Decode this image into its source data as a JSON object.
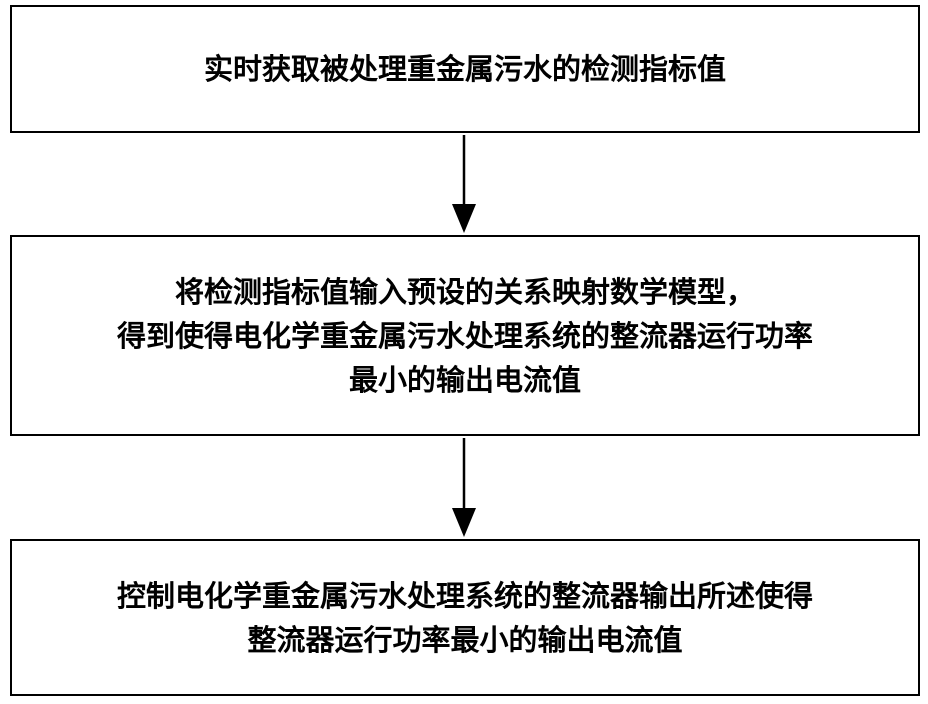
{
  "steps": [
    {
      "lines": [
        "实时获取被处理重金属污水的检测指标值"
      ]
    },
    {
      "lines": [
        "将检测指标值输入预设的关系映射数学模型，",
        "得到使得电化学重金属污水处理系统的整流器运行功率",
        "最小的输出电流值"
      ]
    },
    {
      "lines": [
        "控制电化学重金属污水处理系统的整流器输出所述使得",
        "整流器运行功率最小的输出电流值"
      ]
    }
  ],
  "colors": {
    "stroke": "#000000",
    "background": "#ffffff"
  }
}
